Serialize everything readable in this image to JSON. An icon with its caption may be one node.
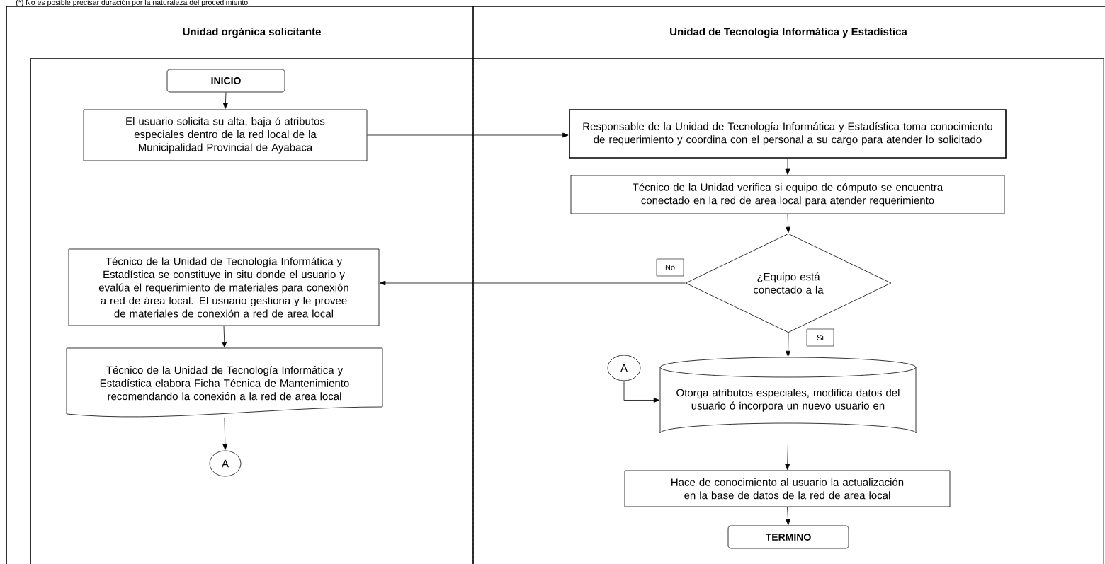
{
  "diagram": {
    "nodes": [
      {
        "text": [
          "Unidad orgánica solicitante"
        ]
      },
      {
        "text": [
          "INICIO"
        ],
        "in": 0
      },
      {
        "text": [
          "El usuario solicita su alta, baja ó atributos especiales dentro de la red local de la Municipalidad Provincial de Ayabaca"
        ],
        "in": 0
      },
      {
        "text": [
          "Técnico de la Unidad de Tecnología Informática y Estadística se constituye in situ donde el usuario y evalúa el requerimiento de materiales para conexión a red de área local. El usuario gestiona y le provee de materiales de conexión a red de area local"
        ],
        "in": 0
      },
      {
        "text": [
          "Técnico de la Unidad de Tecnología Informática y Estadística elabora Ficha Técnica de Mantenimiento recomendando la conexión a la red de area local"
        ],
        "in": 0
      },
      {
        "text": [
          "A"
        ],
        "in": 0
      },
      {
        "text": [
          "Unidad de Tecnología Informática y Estadística"
        ]
      },
      {
        "text": [
          "Responsable de la Unidad de Tecnología Informática y Estadística toma conocimiento de requerimiento y coordina con el personal a su cargo para atender lo solicitado"
        ],
        "in": 6
      },
      {
        "text": [
          "Técnico de la Unidad verifica si equipo de cómputo se encuentra conectado en la red de  area local para atender requerimiento"
        ],
        "in": 6
      },
      {
        "text": [
          "¿Equipo está conectado a la"
        ],
        "in": 6
      },
      {
        "text": [
          "A"
        ],
        "in": 6
      },
      {
        "text": [
          "Otorga atributos especiales, modifica datos del usuario ó incorpora un nuevo usuario en"
        ],
        "in": 6
      },
      {
        "text": [
          "Hace de conocimiento al usuario la actualización en la base de datos de la red de area local"
        ],
        "in": 6
      },
      {
        "text": [
          "TERMINO"
        ],
        "in": 6
      }
    ],
    "edges": [
      {
        "from": 1,
        "to": 2,
        "arrow": "to"
      },
      {
        "from": 2,
        "to": 7,
        "arrow": "to"
      },
      {
        "from": 7,
        "to": 8,
        "arrow": "to"
      },
      {
        "from": 8,
        "to": 9,
        "arrow": "to"
      },
      {
        "from": 9,
        "to": 3,
        "arrow": "to",
        "label": "No"
      },
      {
        "from": 3,
        "to": 4,
        "arrow": "to"
      },
      {
        "from": 4,
        "to": 5,
        "arrow": "to"
      },
      {
        "from": 9,
        "to": 11,
        "arrow": "to",
        "label": "Si"
      },
      {
        "from": 10,
        "to": 11,
        "arrow": "to"
      },
      {
        "from": 11,
        "to": 12,
        "arrow": "to"
      },
      {
        "from": 12,
        "to": 13,
        "arrow": "to"
      }
    ],
    "labels": [
      "(*) No es posible precisar duración por la naturaleza del procedimiento."
    ]
  }
}
